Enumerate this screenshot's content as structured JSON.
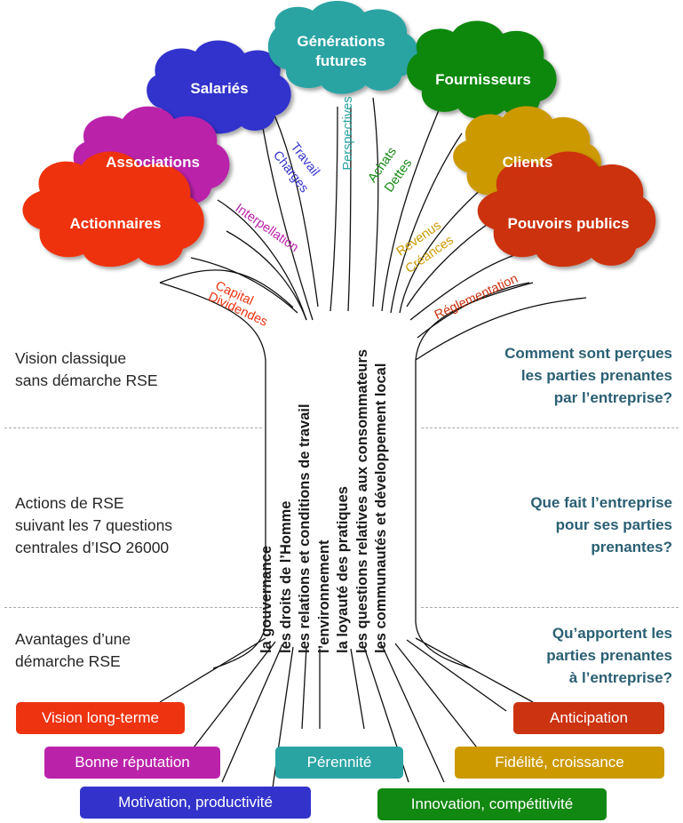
{
  "stakeholders": [
    {
      "id": "salaries",
      "label": "Salariés",
      "color": "#3333cc"
    },
    {
      "id": "generations",
      "label_line1": "Générations",
      "label_line2": "futures",
      "color": "#2aa3a3"
    },
    {
      "id": "fournisseurs",
      "label": "Fournisseurs",
      "color": "#118811"
    },
    {
      "id": "associations",
      "label": "Associations",
      "color": "#bb22aa"
    },
    {
      "id": "clients",
      "label": "Clients",
      "color": "#cc9900"
    },
    {
      "id": "actionnaires",
      "label": "Actionnaires",
      "color": "#ee3311"
    },
    {
      "id": "pouvoirs",
      "label": "Pouvoirs publics",
      "color": "#cc3311"
    }
  ],
  "flows": {
    "travail": "Travail",
    "charges": "Charges",
    "perspectives": "Perspectives",
    "achats": "Achats",
    "dettes": "Dettes",
    "interpellation": "Interpellation",
    "revenus": "Revenus",
    "creances": "Créances",
    "capital": "Capital",
    "dividendes": "Dividendes",
    "reglementation": "Réglementation"
  },
  "left_sections": [
    {
      "line1": "Vision classique",
      "line2": "sans démarche RSE",
      "line3": ""
    },
    {
      "line1": "Actions de RSE",
      "line2": "suivant les 7 questions",
      "line3": "centrales d’ISO 26000"
    },
    {
      "line1": "Avantages d’une",
      "line2": "démarche RSE",
      "line3": ""
    }
  ],
  "right_questions": [
    {
      "line1": "Comment sont perçues",
      "line2": "les parties prenantes",
      "line3": "par l’entreprise?"
    },
    {
      "line1": "Que fait l’entreprise",
      "line2": "pour ses parties",
      "line3": "prenantes?"
    },
    {
      "line1": "Qu’apportent les",
      "line2": "parties prenantes",
      "line3": "à l’entreprise?"
    }
  ],
  "core_questions": [
    "la gouvernance",
    "les droits de l’Homme",
    "les relations et conditions de travail",
    "l’environnement",
    "la loyauté des pratiques",
    "les questions relatives aux consommateurs",
    "les communautés et développement local"
  ],
  "benefits": [
    {
      "id": "vision",
      "label": "Vision long-terme",
      "color": "#ee3311"
    },
    {
      "id": "reputation",
      "label": "Bonne réputation",
      "color": "#bb22aa"
    },
    {
      "id": "motivation",
      "label": "Motivation, productivité",
      "color": "#3333cc"
    },
    {
      "id": "perennite",
      "label": "Pérennité",
      "color": "#2aa3a3"
    },
    {
      "id": "innovation",
      "label": "Innovation, compétitivité",
      "color": "#118811"
    },
    {
      "id": "anticipation",
      "label": "Anticipation",
      "color": "#cc3311"
    },
    {
      "id": "fidelite",
      "label": "Fidélité, croissance",
      "color": "#cc9900"
    }
  ]
}
